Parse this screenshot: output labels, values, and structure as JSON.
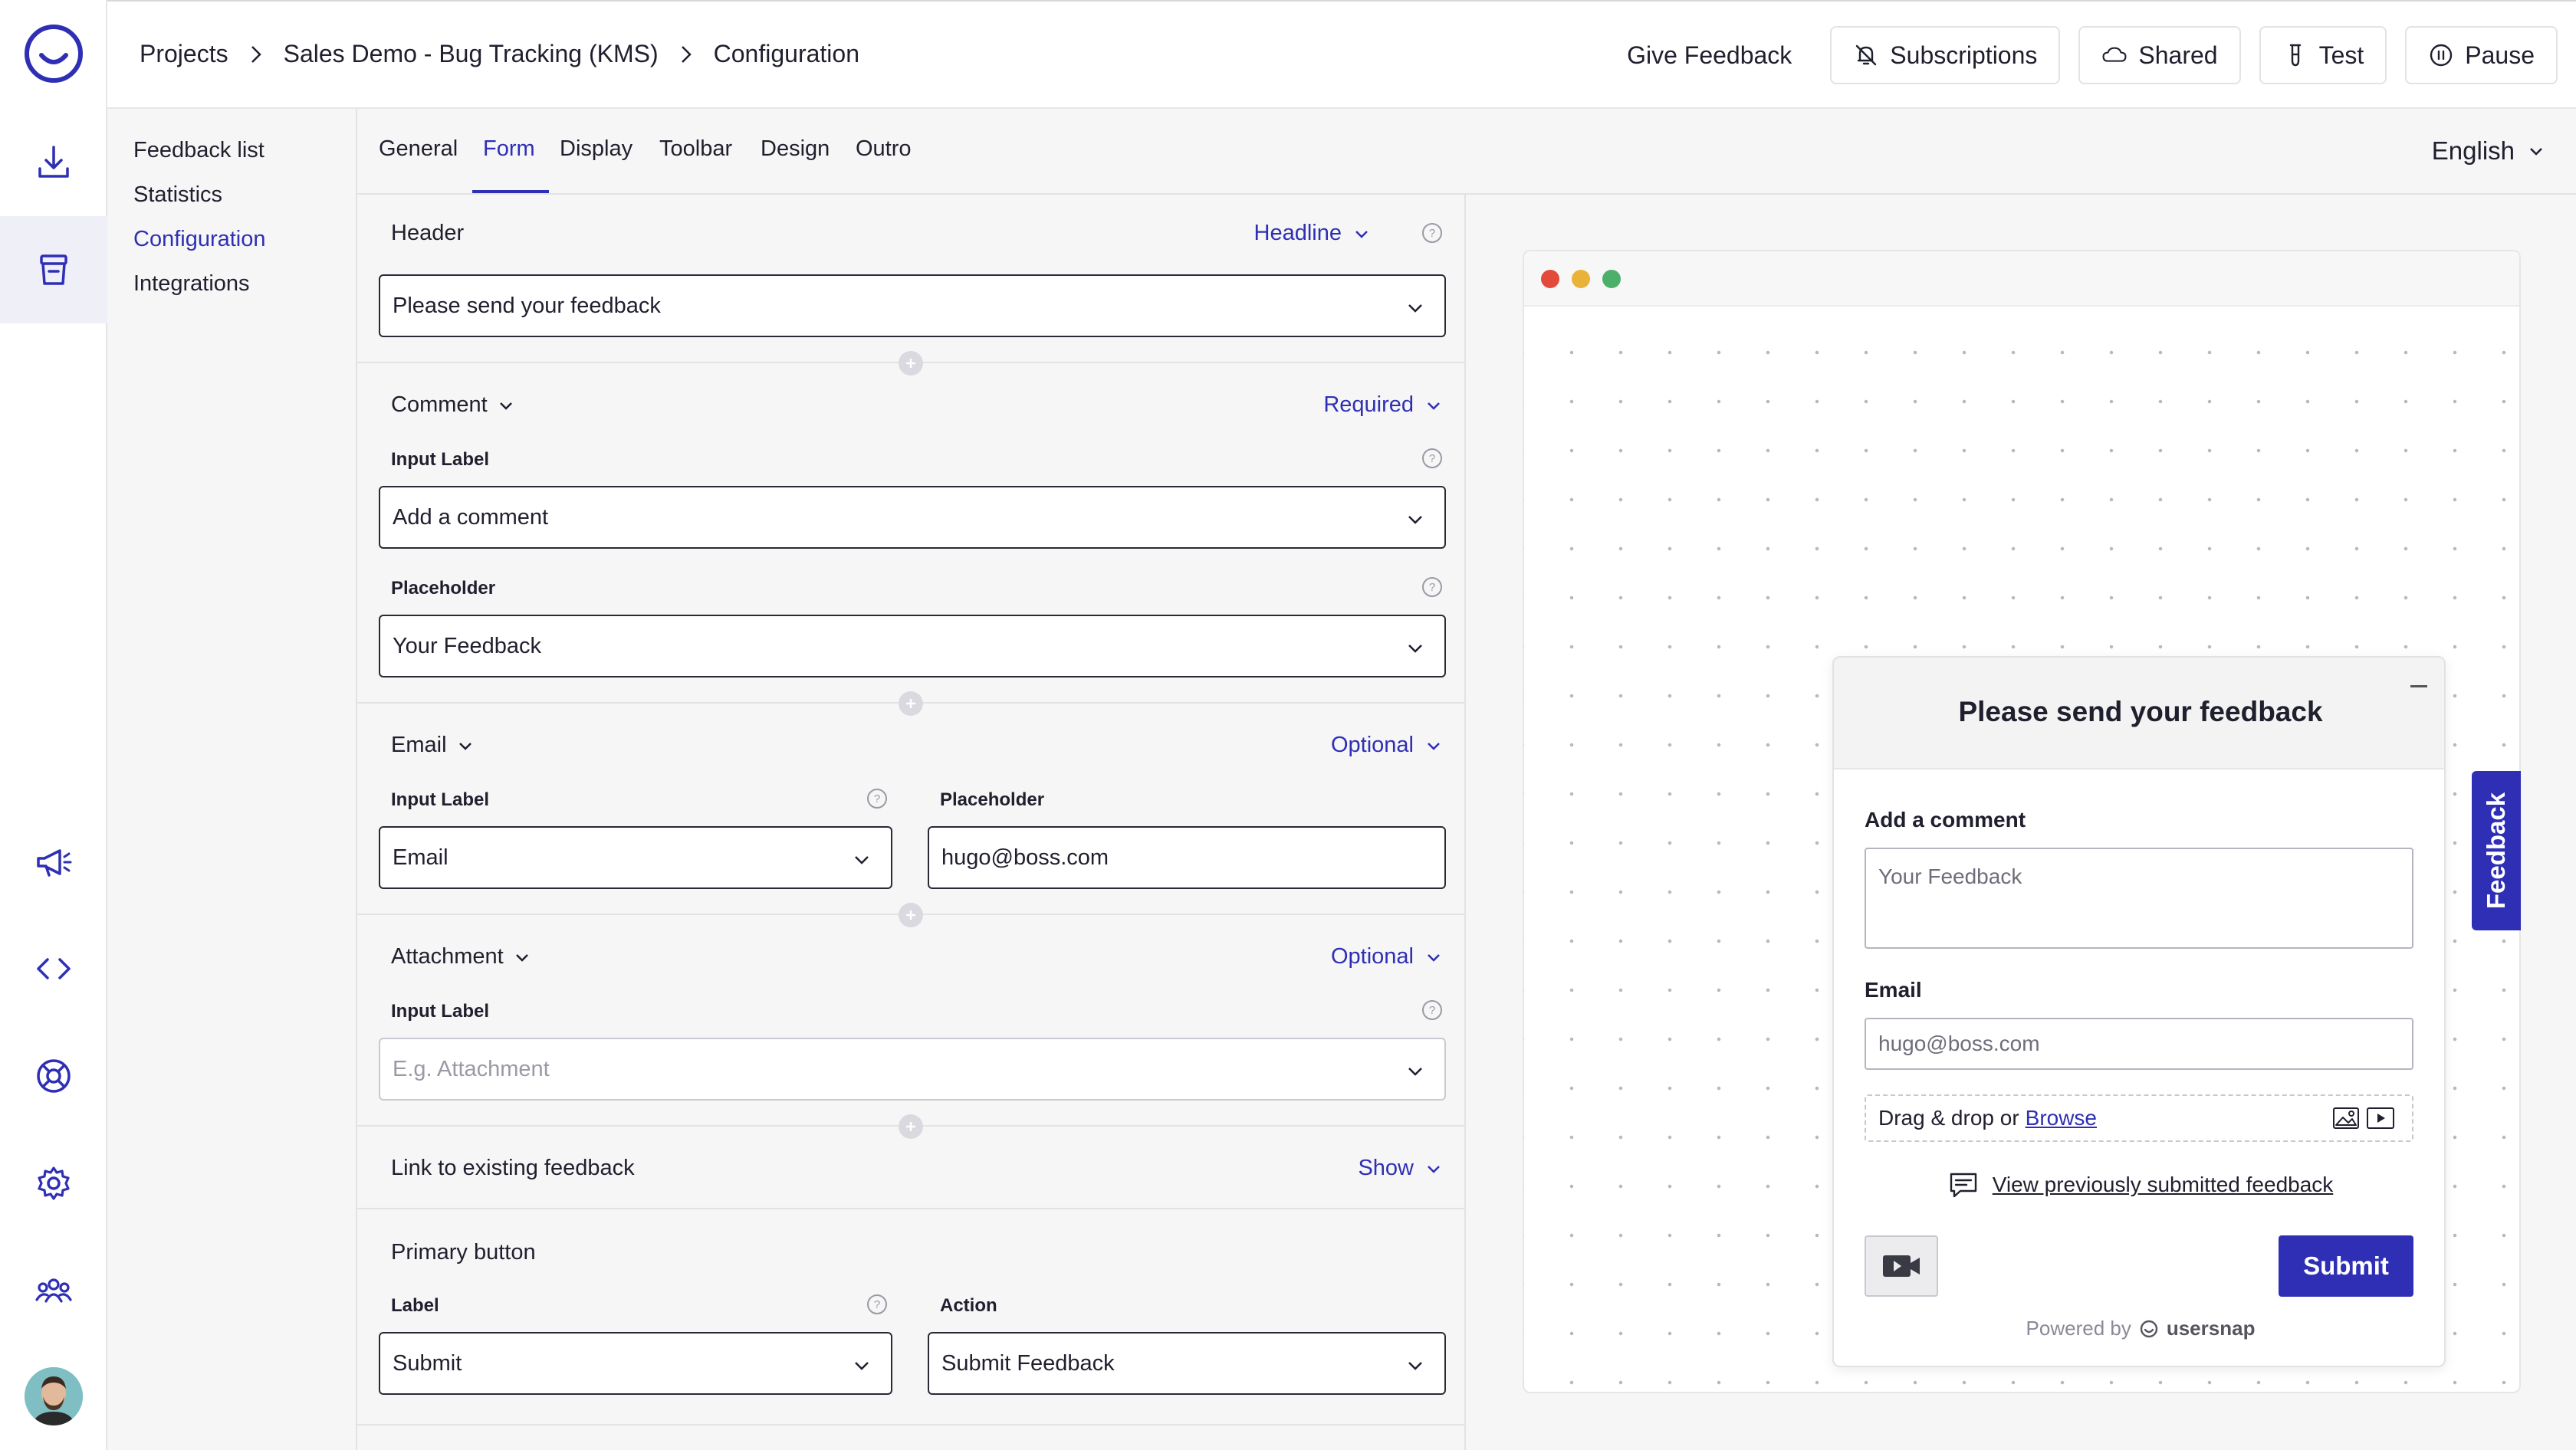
{
  "breadcrumb": {
    "items": [
      "Projects",
      "Sales Demo - Bug Tracking (KMS)",
      "Configuration"
    ]
  },
  "top_actions": {
    "give_feedback": "Give Feedback",
    "subscriptions": "Subscriptions",
    "shared": "Shared",
    "test": "Test",
    "pause": "Pause"
  },
  "subnav": {
    "items": [
      {
        "label": "Feedback list",
        "active": false
      },
      {
        "label": "Statistics",
        "active": false
      },
      {
        "label": "Configuration",
        "active": true
      },
      {
        "label": "Integrations",
        "active": false
      }
    ]
  },
  "tabs": {
    "items": [
      {
        "label": "General",
        "active": false
      },
      {
        "label": "Form",
        "active": true
      },
      {
        "label": "Display",
        "active": false
      },
      {
        "label": "Toolbar",
        "active": false
      },
      {
        "label": "Design",
        "active": false
      },
      {
        "label": "Outro",
        "active": false
      }
    ],
    "language": "English"
  },
  "form": {
    "header": {
      "title": "Header",
      "mode": "Headline",
      "value": "Please send your feedback"
    },
    "comment": {
      "title": "Comment",
      "mode": "Required",
      "input_label_title": "Input Label",
      "input_label_value": "Add a comment",
      "placeholder_title": "Placeholder",
      "placeholder_value": "Your Feedback"
    },
    "email": {
      "title": "Email",
      "mode": "Optional",
      "input_label_title": "Input Label",
      "input_label_value": "Email",
      "placeholder_title": "Placeholder",
      "placeholder_value": "hugo@boss.com"
    },
    "attachment": {
      "title": "Attachment",
      "mode": "Optional",
      "input_label_title": "Input Label",
      "input_label_placeholder": "E.g. Attachment"
    },
    "link_existing": {
      "title": "Link to existing feedback",
      "mode": "Show"
    },
    "primary_button": {
      "title": "Primary button",
      "label_title": "Label",
      "label_value": "Submit",
      "action_title": "Action",
      "action_value": "Submit Feedback"
    }
  },
  "widget": {
    "title": "Please send your feedback",
    "comment_label": "Add a comment",
    "comment_placeholder": "Your Feedback",
    "email_label": "Email",
    "email_placeholder": "hugo@boss.com",
    "drop_text": "Drag & drop or",
    "browse": "Browse",
    "view_previous": "View previously submitted feedback",
    "submit": "Submit",
    "powered_by": "Powered by",
    "brand": "usersnap",
    "side_tab": "Feedback"
  },
  "colors": {
    "accent": "#2f2fb5",
    "dot_red": "#e24a3b",
    "dot_yellow": "#e9b33a",
    "dot_green": "#4cb06a"
  }
}
